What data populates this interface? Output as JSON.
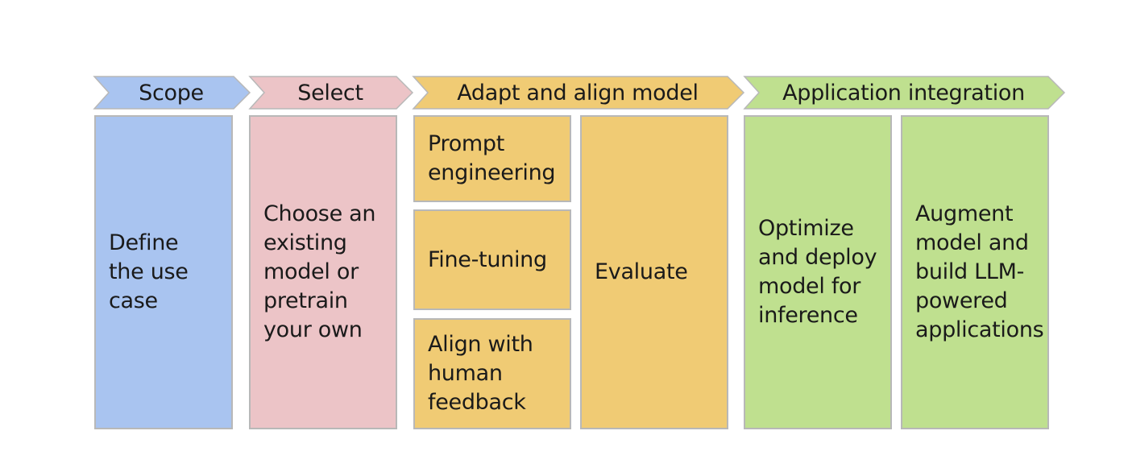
{
  "colors": {
    "scope": "#a9c4f0",
    "select": "#ecc4c7",
    "adapt": "#f0cb74",
    "integration": "#bfe08f",
    "border": "#b8b8b8"
  },
  "stages": {
    "scope": "Scope",
    "select": "Select",
    "adapt": "Adapt and align model",
    "integration": "Application integration"
  },
  "boxes": {
    "define": "Define the use case",
    "choose": "Choose an existing model or pretrain your own",
    "prompt": "Prompt engineering",
    "finetune": "Fine-tuning",
    "align": "Align with human feedback",
    "evaluate": "Evaluate",
    "optimize": "Optimize and deploy model for inference",
    "augment": "Augment model and build LLM-powered applications"
  }
}
